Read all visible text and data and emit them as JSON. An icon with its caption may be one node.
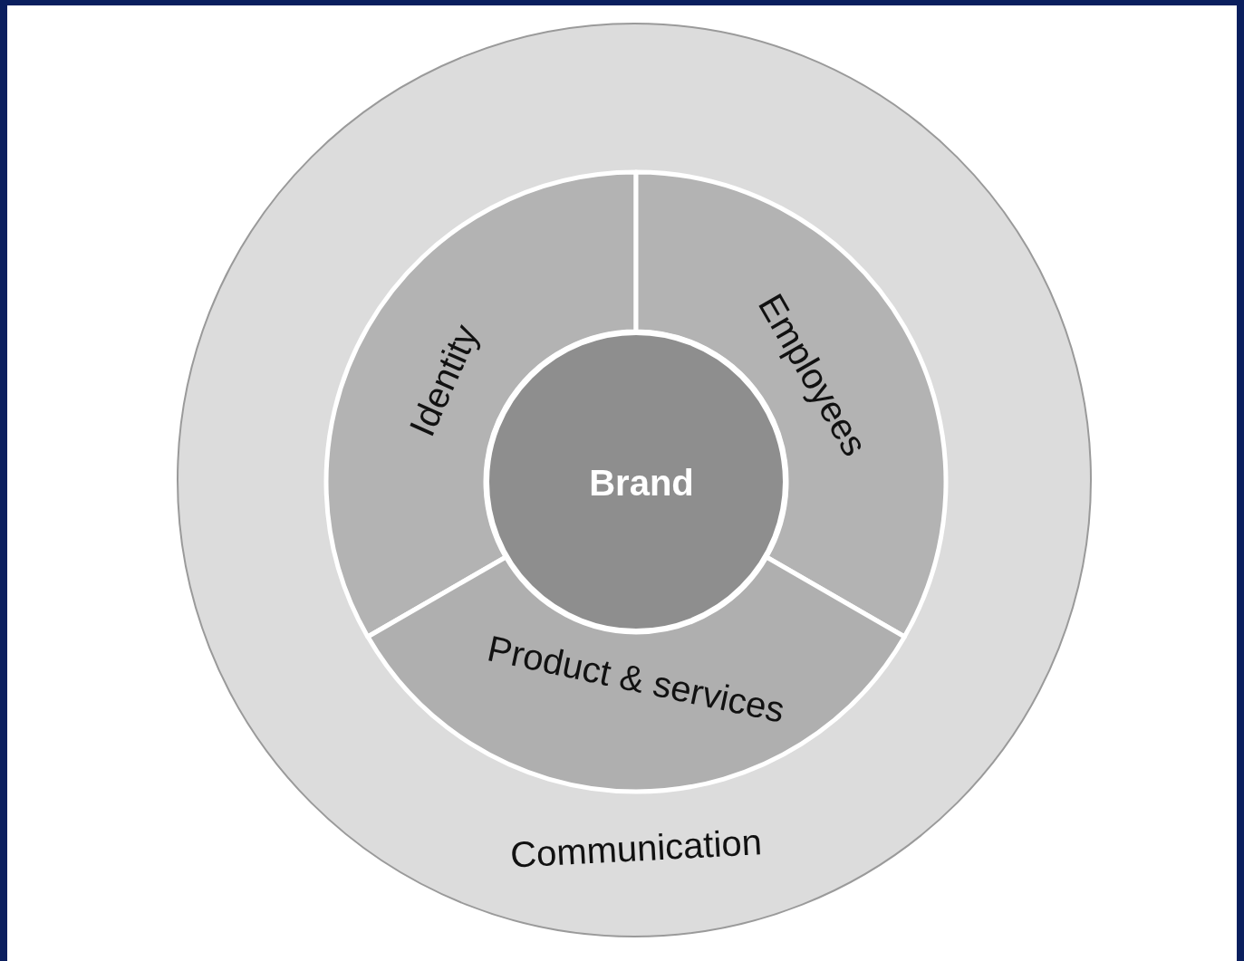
{
  "diagram": {
    "nodes": [
      {
        "text": [
          "Communication"
        ]
      },
      {
        "text": [
          "Identity"
        ],
        "in": 0
      },
      {
        "text": [
          "Employees"
        ],
        "in": 0
      },
      {
        "text": [
          "Brand"
        ],
        "in": 0
      },
      {
        "text": [
          "Product & services"
        ],
        "in": 0
      }
    ]
  }
}
